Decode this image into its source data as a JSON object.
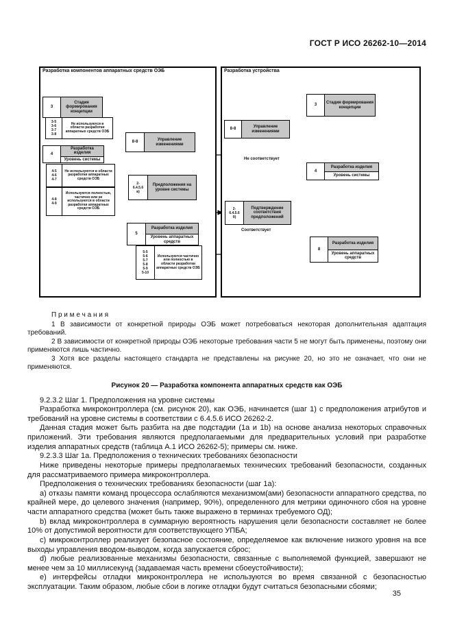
{
  "page": {
    "header": "ГОСТ Р ИСО 26262-10—2014",
    "number": "35"
  },
  "figure": {
    "left_panel_title": "Разработка компонентов аппаратных средств ОЭБ",
    "right_panel_title": "Разработка устройства",
    "concept_seooc_num": "3",
    "concept_seooc_label": "Стадия формирования концепции",
    "concept_notused_num": "3-5\n3-6\n3-7\n3-8",
    "concept_notused_text": "Не используются в области разработки аппаратных средств ОЭБ",
    "sys_seooc_num": "4",
    "sys_seooc_row1": "Разработка изделия",
    "sys_seooc_row2": "Уровень системы",
    "sys_notused_num": "4-5\n4-6\n4-7",
    "sys_notused_text": "Не используются в области разработки аппаратных средств ОЭБ",
    "sys_used_num": "4-8\n4-9",
    "sys_used_text": "Используются полностью, частично или не используются в области разработки аппаратных средств ОЭБ",
    "change_seooc_num": "8-8",
    "change_seooc_label": "Управление изменениями",
    "assumptions_num": "2-\n6.4.5.6\nв)",
    "assumptions_label": "Предположения на уровне системы",
    "hw_seooc_num": "5",
    "hw_seooc_row1": "Разработка изделия",
    "hw_seooc_row2": "Уровень аппаратных средств",
    "hw_used_num": "5-5\n5-6\n5-7\n5-8\n5-9\n5-10",
    "hw_used_text": "Используются частично или полностью в области разработки аппаратных средств ОЭБ",
    "concept_item_num": "3",
    "concept_item_label": "Стадия формирования концепции",
    "change_item_num": "8-8",
    "change_item_label": "Управление изменениями",
    "sys_item_num": "4",
    "sys_item_row1": "Разработка изделия",
    "sys_item_row2": "Уровень системы",
    "confirm_num": "2-\n6.4.5.6\nб)",
    "confirm_label": "Подтверждение соответствия предположений",
    "hw_item_num": "8",
    "hw_item_row1": "Разработка изделия",
    "hw_item_row2": "Уровень аппаратных средств",
    "no_match_label": "Не соответствует",
    "match_label": "Соответствует"
  },
  "notes": {
    "title": "П р и м е ч а н и я",
    "items": [
      "1 В зависимости от конкретной природы ОЭБ может потребоваться некоторая дополнительная адаптация требований.",
      "2 В зависимости от конкретной природы ОЭБ некоторые требования части 5 не могут быть применены, поэтому они применяются лишь частично.",
      "3 Хотя все разделы настоящего стандарта не представлены на рисунке 20, но это не означает, что они не применяются."
    ]
  },
  "caption": "Рисунок 20 — Разработка компонента аппаратных средств как ОЭБ",
  "body": {
    "paragraphs": [
      "9.2.3.2 Шаг 1. Предположения на уровне системы",
      "Разработка микроконтроллера (см. рисунок 20), как ОЭБ, начинается (шаг 1) с предположения атрибутов и требований на уровне системы в соответствии с 6.4.5.6 ИСО 26262-2.",
      "Данная стадия может быть разбита на две подстадии (1a и 1b) на основе анализа некоторых справочных приложений. Эти требования являются предполагаемыми для предварительных условий при разработке изделия аппаратных средств (таблица А.1 ИСО 26262-5); примеры см. ниже.",
      "9.2.3.3 Шаг 1a. Предположения о технических требованиях безопасности",
      "Ниже приведены некоторые примеры предполагаемых технических требований безопасности, созданных для рассматриваемого примера микроконтроллера.",
      "Предположения о технических требованиях безопасности (шаг 1a):",
      "a) отказы памяти команд процессора ослабляются механизмом(ами) безопасности аппаратного средства, по крайней мере, до целевого значения (например, 90%), определенного для метрики одиночного сбоя на уровне части аппаратного средства (может быть также выражено в терминах требуемого ОД);",
      "b) вклад микроконтроллера в суммарную вероятность нарушения цели безопасности составляет не более 10% от допустимой вероятности для соответствующего УПБА;",
      "c) микроконтроллер реализует безопасное состояние, определяемое как включение низкого уровня на все выходы управления вводом-выводом, когда запускается сброс;",
      "d) любые реализованные механизмы безопасности, связанные с выполняемой функцией, завершают не менее чем за 10 миллисекунд (задаваемая часть времени сбоеустойчивости);",
      "e) интерфейсы отладки микроконтроллера не используются во время связанной с безопасностью эксплуатации. Таким образом, любые сбои в логике отладки будут считаться безопасными сбоями;"
    ]
  }
}
